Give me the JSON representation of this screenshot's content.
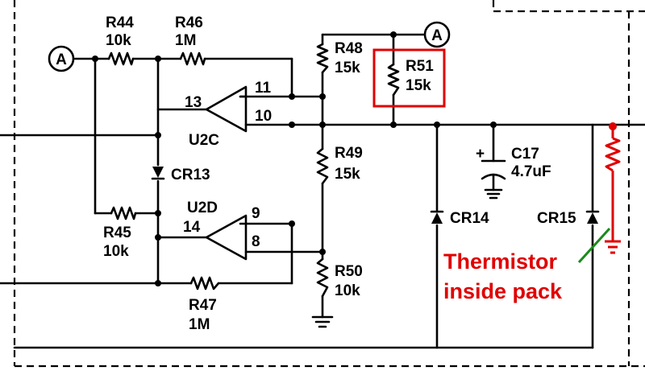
{
  "components": {
    "R44": {
      "ref": "R44",
      "value": "10k"
    },
    "R46": {
      "ref": "R46",
      "value": "1M"
    },
    "R48": {
      "ref": "R48",
      "value": "15k"
    },
    "R51": {
      "ref": "R51",
      "value": "15k"
    },
    "R49": {
      "ref": "R49",
      "value": "15k"
    },
    "R45": {
      "ref": "R45",
      "value": "10k"
    },
    "R47": {
      "ref": "R47",
      "value": "1M"
    },
    "R50": {
      "ref": "R50",
      "value": "10k"
    },
    "C17": {
      "ref": "C17",
      "value": "4.7uF",
      "polarity": "+"
    },
    "CR13": {
      "ref": "CR13"
    },
    "CR14": {
      "ref": "CR14"
    },
    "CR15": {
      "ref": "CR15"
    },
    "U2C": {
      "ref": "U2C",
      "pin_in": "13",
      "pin_a": "11",
      "pin_b": "10"
    },
    "U2D": {
      "ref": "U2D",
      "pin_in": "14",
      "pin_a": "9",
      "pin_b": "8"
    }
  },
  "connectors": {
    "left": "A",
    "top": "A"
  },
  "annotation": {
    "line1": "Thermistor",
    "line2": "inside pack"
  },
  "colors": {
    "ink": "#000000",
    "highlight": "#e00000",
    "pointer": "#1a8a1a"
  }
}
